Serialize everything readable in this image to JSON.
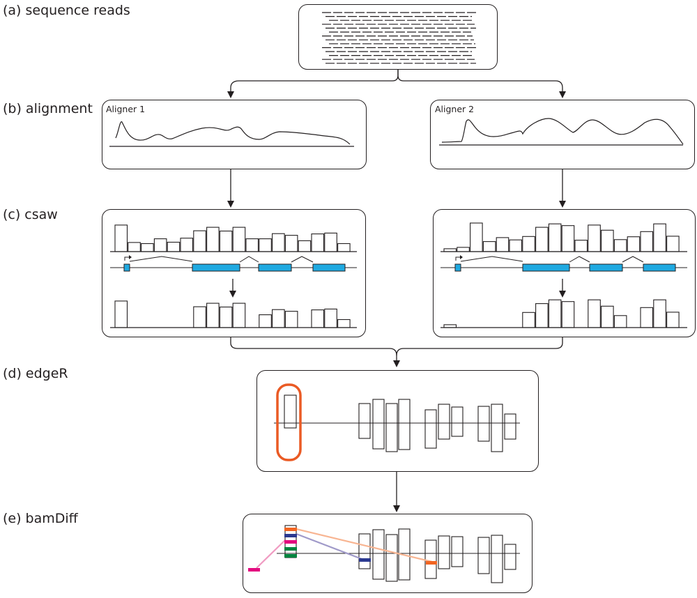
{
  "steps": {
    "a": "(a) sequence reads",
    "b": "(b) alignment",
    "c": "(c) csaw",
    "d": "(d) edgeR",
    "e": "(e) bamDiff"
  },
  "aligners": {
    "left": "Aligner 1",
    "right": "Aligner 2"
  },
  "colors": {
    "stroke": "#231f20",
    "exon": "#1fa9e1",
    "highlight": "#ea5a24",
    "pink": "#e3087f",
    "pink_light": "#f09bc2",
    "navy": "#2b3990",
    "navy_light": "#a09ac9",
    "orange": "#f26522",
    "orange_light": "#f8b592",
    "green": "#00853f"
  },
  "csaw_windows": {
    "left_all": [
      0.93,
      0.32,
      0.28,
      0.45,
      0.33,
      0.47,
      0.73,
      0.85,
      0.72,
      0.85,
      0.45,
      0.45,
      0.63,
      0.57,
      0.38,
      0.62,
      0.65,
      0.28
    ],
    "left_kept": [
      0.93,
      0,
      0,
      0,
      0,
      0,
      0.73,
      0.85,
      0.72,
      0.85,
      0,
      0.45,
      0.63,
      0.57,
      0,
      0.62,
      0.65,
      0.28
    ],
    "right_all": [
      0.1,
      0.15,
      1.0,
      0.35,
      0.49,
      0.41,
      0.53,
      0.85,
      0.97,
      0.91,
      0.4,
      0.93,
      0.75,
      0.42,
      0.52,
      0.7,
      0.97,
      0.54
    ],
    "right_kept": [
      0.1,
      0,
      0,
      0,
      0,
      0,
      0.53,
      0.84,
      0.97,
      0.91,
      0,
      0.97,
      0.75,
      0.42,
      0.0,
      0.7,
      0.97,
      0.54
    ]
  }
}
